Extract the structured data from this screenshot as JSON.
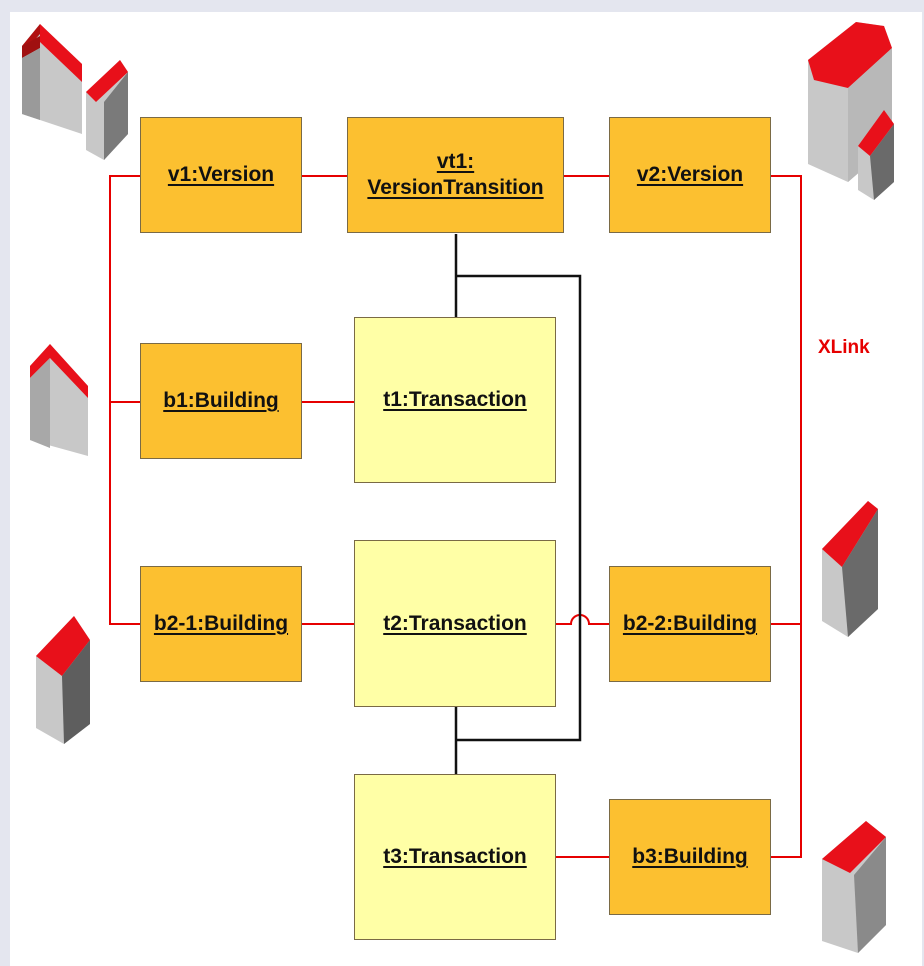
{
  "diagram": {
    "nodes": {
      "v1": "v1:Version",
      "vt1_line1": "vt1:",
      "vt1_line2": "VersionTransition",
      "v2": "v2:Version",
      "b1": "b1:Building",
      "t1": "t1:Transaction",
      "b21": "b2-1:Building",
      "t2": "t2:Transaction",
      "b22": "b2-2:Building",
      "t3": "t3:Transaction",
      "b3": "b3:Building"
    },
    "xlink_label": "XLink"
  },
  "colors": {
    "version_box": "#fcc030",
    "transaction_box": "#ffffa6",
    "link_red": "#e60000",
    "link_black": "#111111",
    "roof": "#e8101a",
    "wall": "#c8c8c8"
  },
  "icons": [
    "house-icon",
    "tall-house-icon",
    "castle-icon"
  ]
}
